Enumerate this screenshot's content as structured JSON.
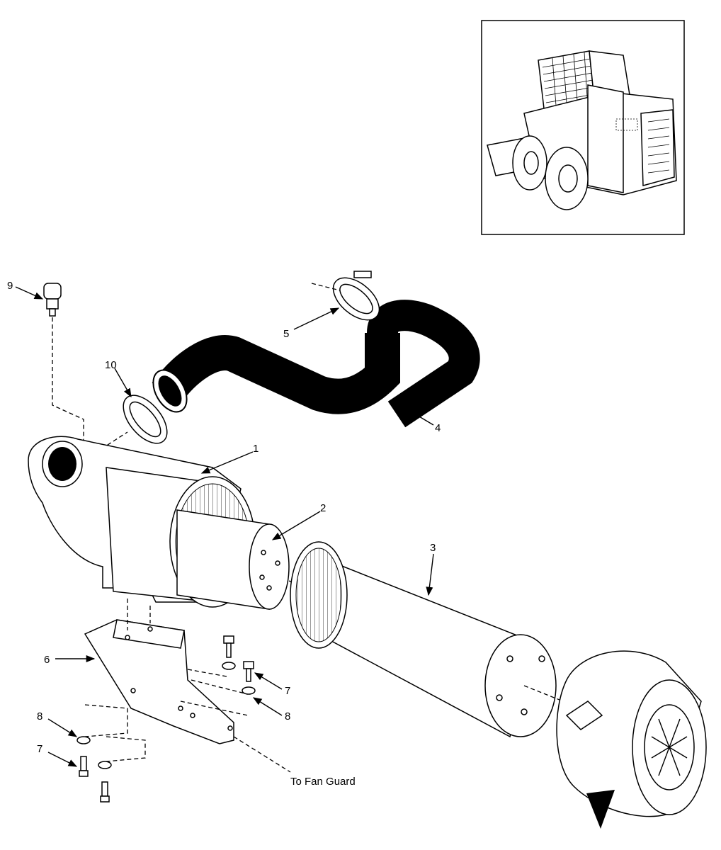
{
  "callouts": [
    {
      "id": "c1",
      "text": "1"
    },
    {
      "id": "c2",
      "text": "2"
    },
    {
      "id": "c3",
      "text": "3"
    },
    {
      "id": "c4",
      "text": "4"
    },
    {
      "id": "c5",
      "text": "5"
    },
    {
      "id": "c6",
      "text": "6"
    },
    {
      "id": "c7a",
      "text": "7"
    },
    {
      "id": "c7b",
      "text": "7"
    },
    {
      "id": "c8a",
      "text": "8"
    },
    {
      "id": "c8b",
      "text": "8"
    },
    {
      "id": "c9",
      "text": "9"
    },
    {
      "id": "c10",
      "text": "10"
    }
  ],
  "note": "To Fan Guard"
}
